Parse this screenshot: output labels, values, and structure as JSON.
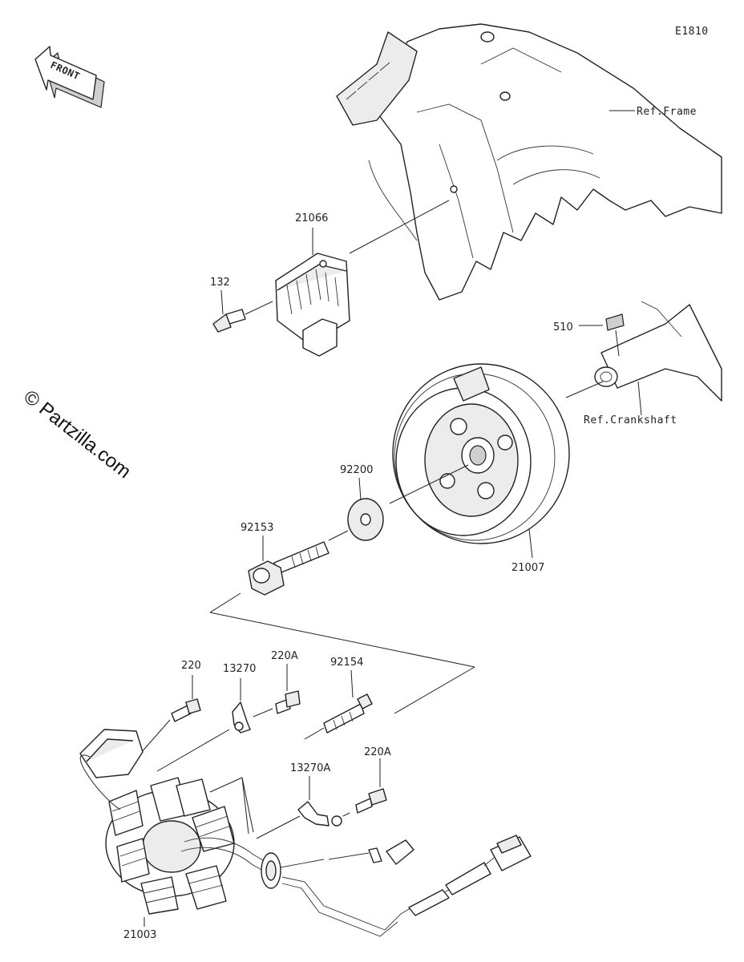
{
  "diagram": {
    "code": "E1810",
    "direction_label": "FRONT",
    "watermark": "© Partzilla.com",
    "references": {
      "frame": "Ref.Frame",
      "crankshaft": "Ref.Crankshaft"
    },
    "parts": {
      "regulator": "21066",
      "regulator_bolt": "132",
      "key": "510",
      "washer": "92200",
      "flywheel_bolt": "92153",
      "flywheel": "21007",
      "stator_screw": "220",
      "clamp": "13270",
      "clamp_screw": "220A",
      "stator_bolt": "92154",
      "clamp_b": "13270A",
      "clamp_b_screw": "220A",
      "stator": "21003"
    }
  }
}
